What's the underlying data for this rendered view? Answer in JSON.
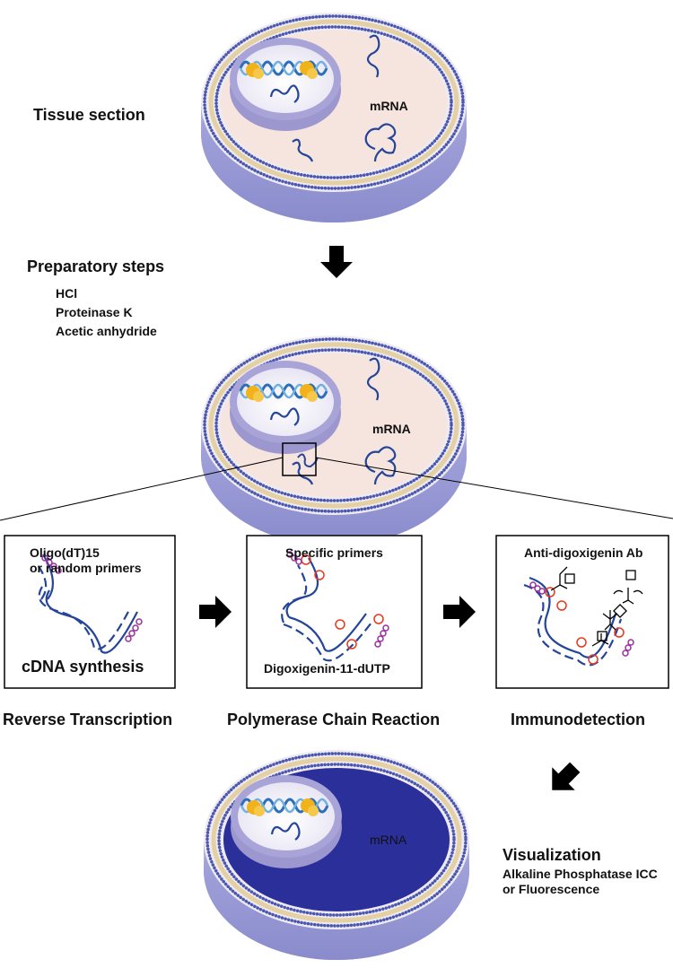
{
  "labels": {
    "tissue_section": "Tissue section",
    "mrna": "mRNA",
    "preparatory_steps": "Preparatory steps",
    "prep_items": [
      "HCl",
      "Proteinase K",
      "Acetic anhydride"
    ],
    "box1_primers_line1": "Oligo(dT)15",
    "box1_primers_line2": "or random primers",
    "box1_bottom": "cDNA synthesis",
    "box2_top": "Specific primers",
    "box2_bottom": "Digoxigenin-11-dUTP",
    "box3_top": "Anti-digoxigenin Ab",
    "step1": "Reverse Transcription",
    "step2": "Polymerase Chain Reaction",
    "step3": "Immunodetection",
    "visualization": "Visualization",
    "vis_line1": "Alkaline Phosphatase ICC",
    "vis_line2": "or Fluorescence"
  },
  "colors": {
    "cytoplasm": "#f6e4de",
    "cell_side": "#9a9ad6",
    "membrane": "#4a57b0",
    "rna": "#24459a",
    "stained": "#2a2f9a",
    "primer": "#9a2fa0",
    "dig": "#e43a1e"
  }
}
